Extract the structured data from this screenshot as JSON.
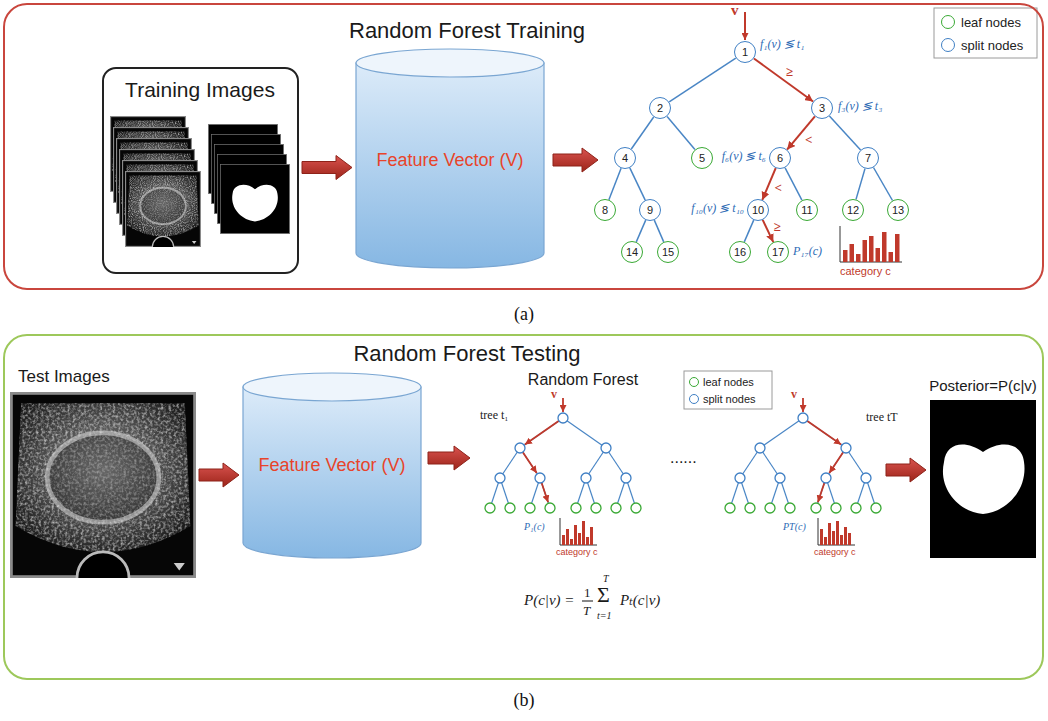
{
  "diagram": {
    "nodes": [
      {
        "text": [
          "Random Forest Training"
        ]
      },
      {
        "text": [
          "Training Images"
        ],
        "in": 0
      },
      {
        "text": [
          "Feature Vector (V)"
        ],
        "in": 0
      },
      {
        "text": [
          "1"
        ],
        "in": 0
      },
      {
        "text": [
          "2"
        ],
        "in": 0
      },
      {
        "text": [
          "3"
        ],
        "in": 0
      },
      {
        "text": [
          "4"
        ],
        "in": 0
      },
      {
        "text": [
          "5"
        ],
        "in": 0
      },
      {
        "text": [
          "6"
        ],
        "in": 0
      },
      {
        "text": [
          "7"
        ],
        "in": 0
      },
      {
        "text": [
          "8"
        ],
        "in": 0
      },
      {
        "text": [
          "9"
        ],
        "in": 0
      },
      {
        "text": [
          "10"
        ],
        "in": 0
      },
      {
        "text": [
          "11"
        ],
        "in": 0
      },
      {
        "text": [
          "12"
        ],
        "in": 0
      },
      {
        "text": [
          "13"
        ],
        "in": 0
      },
      {
        "text": [
          "14"
        ],
        "in": 0
      },
      {
        "text": [
          "15"
        ],
        "in": 0
      },
      {
        "text": [
          "16"
        ],
        "in": 0
      },
      {
        "text": [
          "17"
        ],
        "in": 0
      },
      {
        "text": [
          "Random Forest Testing"
        ]
      },
      {
        "text": [
          "Test Images"
        ],
        "in": 20
      },
      {
        "text": [
          "Feature Vector (V)"
        ],
        "in": 20
      },
      {
        "text": [
          "Posterior=P(c|v)"
        ],
        "in": 20
      }
    ],
    "edges": [
      {
        "from": 1,
        "to": 2,
        "arrow": "to"
      },
      {
        "from": 3,
        "to": 4,
        "arrow": "none"
      },
      {
        "from": 3,
        "to": 5,
        "arrow": "to",
        "label": "≥"
      },
      {
        "from": 4,
        "to": 6,
        "arrow": "none"
      },
      {
        "from": 4,
        "to": 7,
        "arrow": "none"
      },
      {
        "from": 5,
        "to": 8,
        "arrow": "to",
        "label": "<"
      },
      {
        "from": 5,
        "to": 9,
        "arrow": "none"
      },
      {
        "from": 6,
        "to": 10,
        "arrow": "none"
      },
      {
        "from": 6,
        "to": 11,
        "arrow": "none"
      },
      {
        "from": 8,
        "to": 12,
        "arrow": "to",
        "label": "<"
      },
      {
        "from": 8,
        "to": 13,
        "arrow": "none"
      },
      {
        "from": 9,
        "to": 14,
        "arrow": "none"
      },
      {
        "from": 9,
        "to": 15,
        "arrow": "none"
      },
      {
        "from": 11,
        "to": 16,
        "arrow": "none"
      },
      {
        "from": 11,
        "to": 17,
        "arrow": "none"
      },
      {
        "from": 12,
        "to": 18,
        "arrow": "none"
      },
      {
        "from": 12,
        "to": 19,
        "arrow": "to",
        "label": "≥"
      },
      {
        "from": 21,
        "to": 22,
        "arrow": "to"
      }
    ],
    "labels": [
      "v",
      "f₁(v) ≶ t₁",
      "f₃(v) ≶ t₃",
      "f₆(v) ≶ t₆",
      "f₁₀(v) ≶ t₁₀",
      "P₁₇(c)",
      "category c",
      "(a)",
      "Random Forest",
      "tree t₁",
      "v",
      "v",
      "P₁(c)",
      "category c",
      "tree tT",
      "PT(c)",
      "category c",
      "......",
      "P(c|v) =",
      "1",
      "T",
      "T",
      "Σ",
      "t=1",
      "Pₜ(c|v)",
      "(b)"
    ],
    "legend": [
      {
        "text": "leaf nodes",
        "color": "#3aa935"
      },
      {
        "text": "split nodes",
        "color": "#3f7fc4"
      },
      {
        "text": "leaf nodes",
        "color": "#3aa935"
      },
      {
        "text": "split nodes",
        "color": "#3f7fc4"
      }
    ]
  }
}
